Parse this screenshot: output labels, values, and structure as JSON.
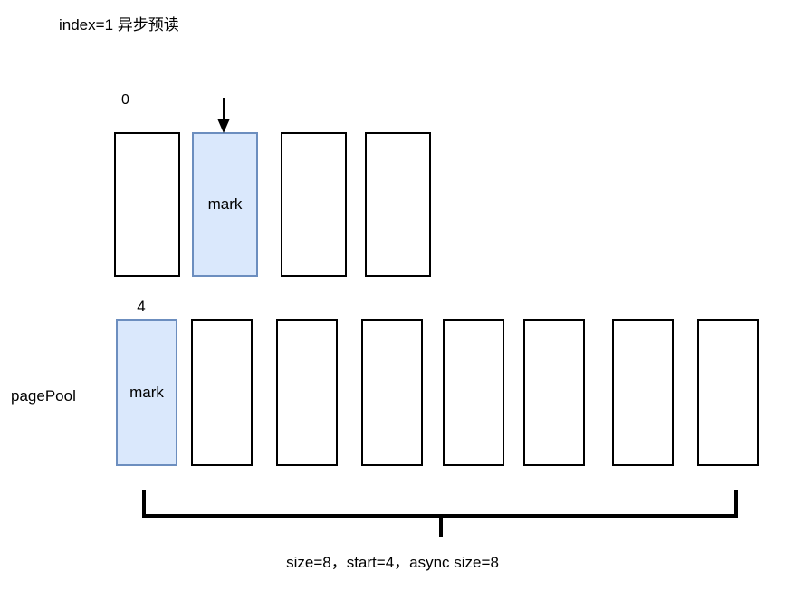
{
  "diagram": {
    "title": "index=1 异步预读",
    "caption": "size=8，start=4，async size=8",
    "colors": {
      "marked_fill": "#dae8fc",
      "marked_stroke": "#6c8ebf",
      "cell_stroke": "#000000",
      "cell_fill": "#ffffff",
      "text": "#000000",
      "background": "#ffffff"
    },
    "rows": [
      {
        "name": "top-row",
        "row_label": "",
        "index_label": "0",
        "cells": [
          {
            "text": "",
            "marked": false
          },
          {
            "text": "mark",
            "marked": true
          },
          {
            "text": "",
            "marked": false
          },
          {
            "text": "",
            "marked": false
          }
        ]
      },
      {
        "name": "pagepool-row",
        "row_label": "pagePool",
        "index_label": "4",
        "cells": [
          {
            "text": "mark",
            "marked": true
          },
          {
            "text": "",
            "marked": false
          },
          {
            "text": "",
            "marked": false
          },
          {
            "text": "",
            "marked": false
          },
          {
            "text": "",
            "marked": false
          },
          {
            "text": "",
            "marked": false
          },
          {
            "text": "",
            "marked": false
          },
          {
            "text": "",
            "marked": false
          }
        ]
      }
    ],
    "annotations": {
      "arrow": "down-arrow",
      "bracket": "span-bracket"
    }
  }
}
